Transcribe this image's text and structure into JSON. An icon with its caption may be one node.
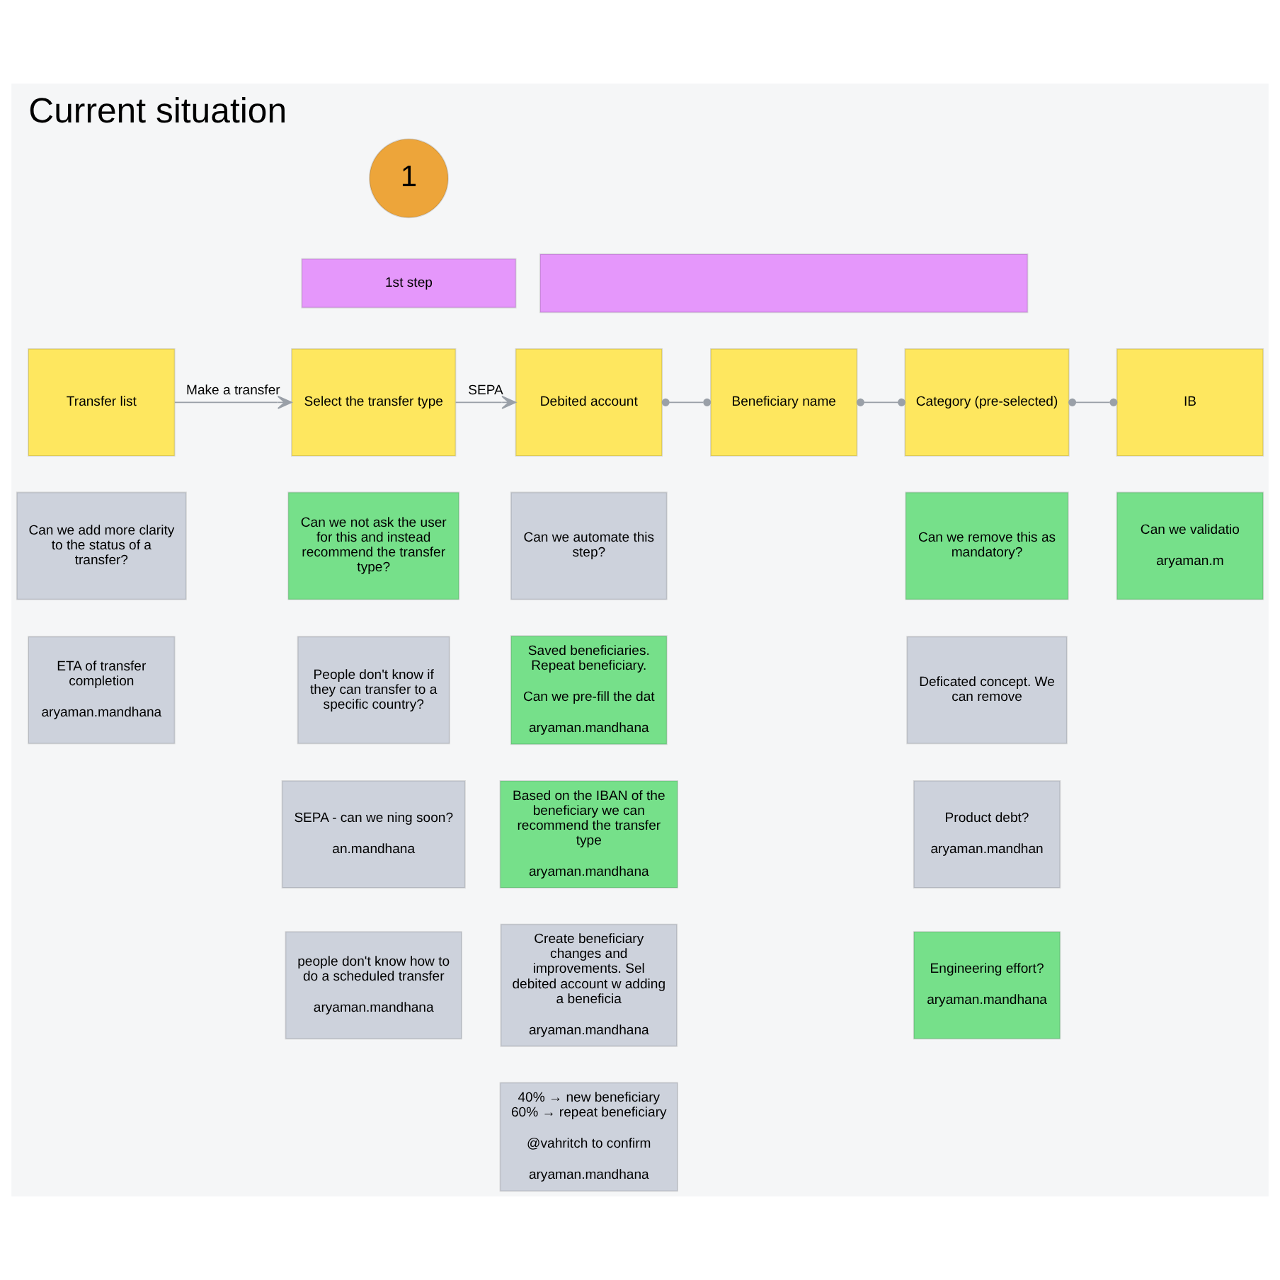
{
  "diagram": {
    "title": "Current situation",
    "nodes": [
      {
        "text": [
          "1"
        ]
      },
      {
        "text": [
          "1st step"
        ]
      },
      {
        "text": [],
        "shape": "box"
      },
      {
        "text": [
          "Transfer list"
        ]
      },
      {
        "text": [
          "Select the transfer type"
        ]
      },
      {
        "text": [
          "Debited account"
        ]
      },
      {
        "text": [
          "Beneficiary name"
        ]
      },
      {
        "text": [
          "Category (pre-selected)"
        ]
      },
      {
        "text": [
          "IB"
        ]
      },
      {
        "text": [
          "Can we add more clarity to the status of a transfer?"
        ]
      },
      {
        "text": [
          "ETA of transfer completion",
          "aryaman.mandhana"
        ]
      },
      {
        "text": [
          "Can we not ask the user for this and instead recommend the transfer type?"
        ]
      },
      {
        "text": [
          "People don't know if they can transfer to a specific country?"
        ]
      },
      {
        "text": [
          "SEPA - can we ning soon?",
          "an.mandhana"
        ]
      },
      {
        "text": [
          "people don't know how to do a scheduled transfer",
          "aryaman.mandhana"
        ]
      },
      {
        "text": [
          "Can we automate this step?"
        ]
      },
      {
        "text": [
          "Saved beneficiaries. Repeat beneficiary.",
          "Can we pre-fill the dat",
          "aryaman.mandhana"
        ]
      },
      {
        "text": [
          "Based on the IBAN of the beneficiary we can recommend the transfer type",
          "aryaman.mandhana"
        ]
      },
      {
        "text": [
          "Create beneficiary changes and improvements. Sel debited account w adding a beneficia",
          "aryaman.mandhana"
        ]
      },
      {
        "text": [
          "40% → new beneficiary 60% → repeat beneficiary",
          "@vahritch to confirm",
          "aryaman.mandhana"
        ]
      },
      {
        "text": [
          "Can we remove this as mandatory?"
        ]
      },
      {
        "text": [
          "Deficated concept. We can remove"
        ]
      },
      {
        "text": [
          "Product debt?",
          "aryaman.mandhan"
        ]
      },
      {
        "text": [
          "Engineering effort?",
          "aryaman.mandhana"
        ]
      },
      {
        "text": [
          "Can we validatio",
          "aryaman.m"
        ]
      }
    ],
    "edges": [
      {
        "from": 3,
        "to": 4,
        "arrow": "to",
        "label": "Make a transfer"
      },
      {
        "from": 4,
        "to": 5,
        "arrow": "to",
        "label": "SEPA"
      },
      {
        "from": 5,
        "to": 6,
        "arrow": "other"
      },
      {
        "from": 6,
        "to": 7,
        "arrow": "other"
      },
      {
        "from": 7,
        "to": 8,
        "arrow": "other"
      }
    ]
  }
}
